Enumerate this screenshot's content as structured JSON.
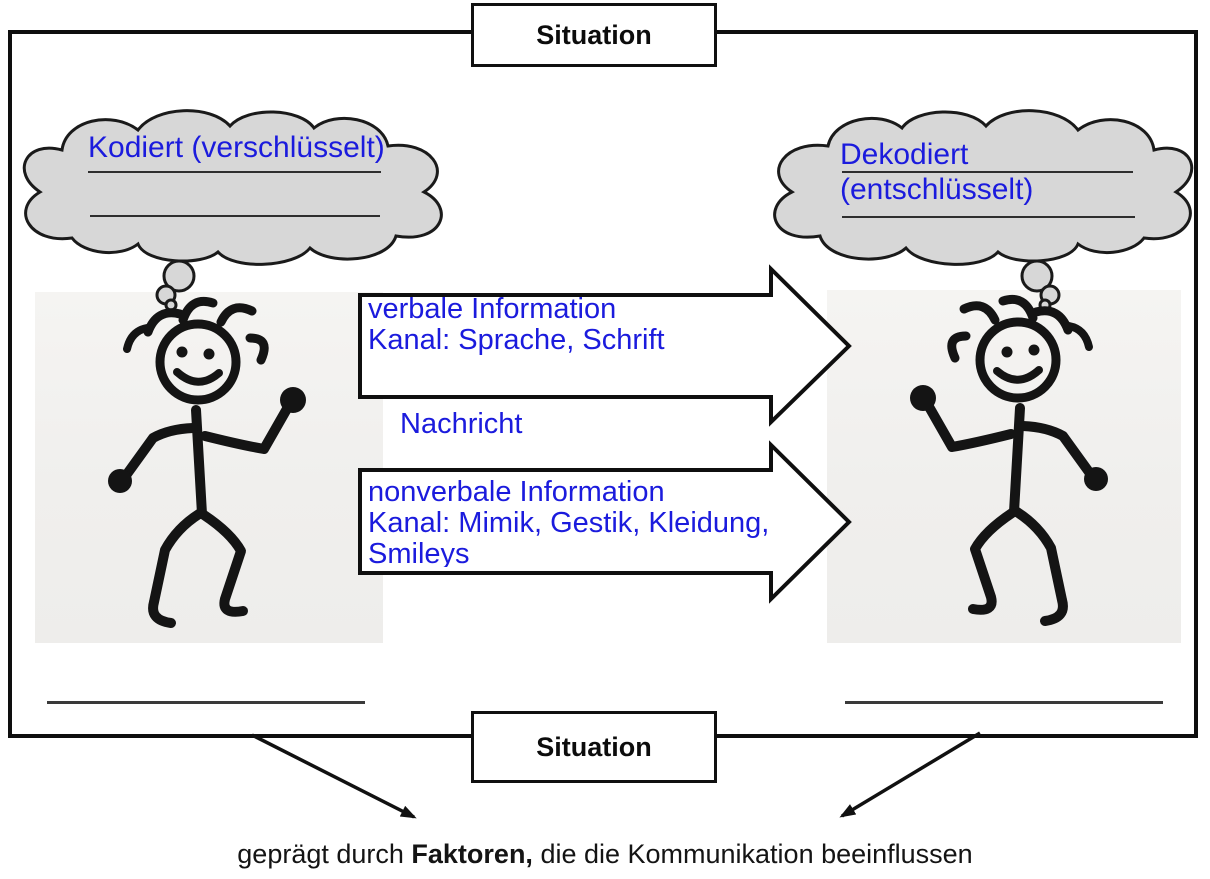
{
  "situation_top": "Situation",
  "situation_bottom": "Situation",
  "sender_cloud": {
    "label": "Kodiert (verschlüsselt)"
  },
  "receiver_cloud": {
    "line1": "Dekodiert",
    "line2": "(entschlüsselt)"
  },
  "verbal_arrow": {
    "line1": "verbale Information",
    "line2": "Kanal: Sprache, Schrift"
  },
  "message_label": "Nachricht",
  "nonverbal_arrow": {
    "line1": "nonverbale Information",
    "line2": "Kanal: Mimik, Gestik, Kleidung,",
    "line3": "Smileys"
  },
  "caption": {
    "prefix": "geprägt durch ",
    "bold": "Faktoren,",
    "suffix": " die die Kommunikation beeinflussen"
  },
  "colors": {
    "text_blue": "#1b1bdd",
    "cloud_fill": "#d7d7d7",
    "ink": "#141414",
    "panel_bg": "#f2f1ef"
  }
}
